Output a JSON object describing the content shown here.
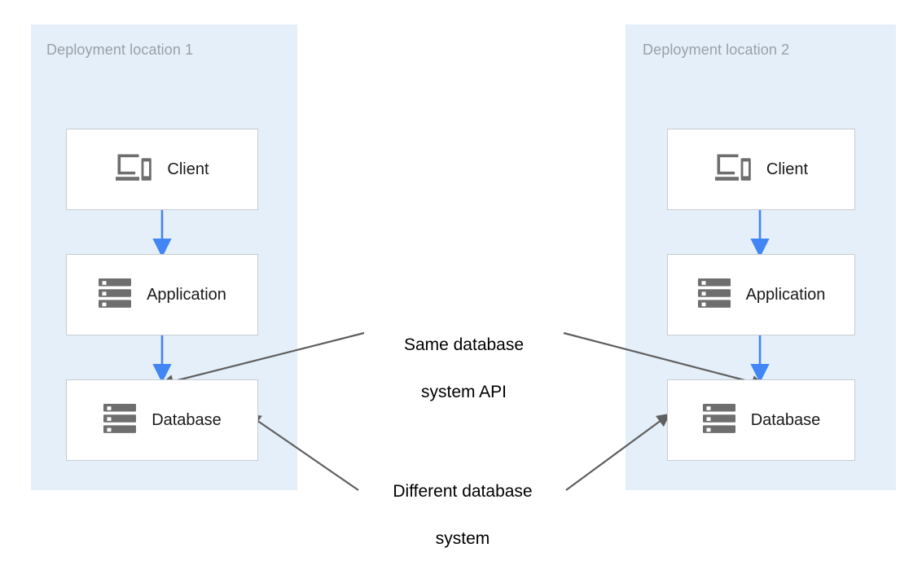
{
  "diagram": {
    "title_hidden": "",
    "colors": {
      "zone_background": "#e4eff9",
      "zone_title_text": "#9aa0a6",
      "node_background": "#ffffff",
      "node_border": "#c8cdd2",
      "node_icon": "#6e6e6e",
      "flow_arrow": "#4285f4",
      "annotation_arrow": "#5f5f5f",
      "annotation_text": "#000000",
      "page_background": "#ffffff"
    },
    "zones": [
      {
        "id": "deployment-location-1",
        "title": "Deployment location 1",
        "nodes": [
          {
            "id": "client-1",
            "label": "Client",
            "icon": "devices-icon"
          },
          {
            "id": "application-1",
            "label": "Application",
            "icon": "server-stack-icon"
          },
          {
            "id": "database-1",
            "label": "Database",
            "icon": "server-stack-icon"
          }
        ]
      },
      {
        "id": "deployment-location-2",
        "title": "Deployment location 2",
        "nodes": [
          {
            "id": "client-2",
            "label": "Client",
            "icon": "devices-icon"
          },
          {
            "id": "application-2",
            "label": "Application",
            "icon": "server-stack-icon"
          },
          {
            "id": "database-2",
            "label": "Database",
            "icon": "server-stack-icon"
          }
        ]
      }
    ],
    "flows": [
      {
        "id": "flow-client1-application1",
        "from": "client-1",
        "to": "application-1"
      },
      {
        "id": "flow-application1-database1",
        "from": "application-1",
        "to": "database-1"
      },
      {
        "id": "flow-client2-application2",
        "from": "client-2",
        "to": "application-2"
      },
      {
        "id": "flow-application2-database2",
        "from": "application-2",
        "to": "database-2"
      }
    ],
    "annotations": [
      {
        "id": "same-database-system-api",
        "text": "Same database\nsystem API",
        "line1": "Same database",
        "line2": "system API",
        "targets": [
          "database-1",
          "database-2"
        ]
      },
      {
        "id": "different-database-system",
        "text": "Different database\nsystem",
        "line1": "Different database",
        "line2": "system",
        "targets": [
          "database-1",
          "database-2"
        ]
      }
    ]
  }
}
